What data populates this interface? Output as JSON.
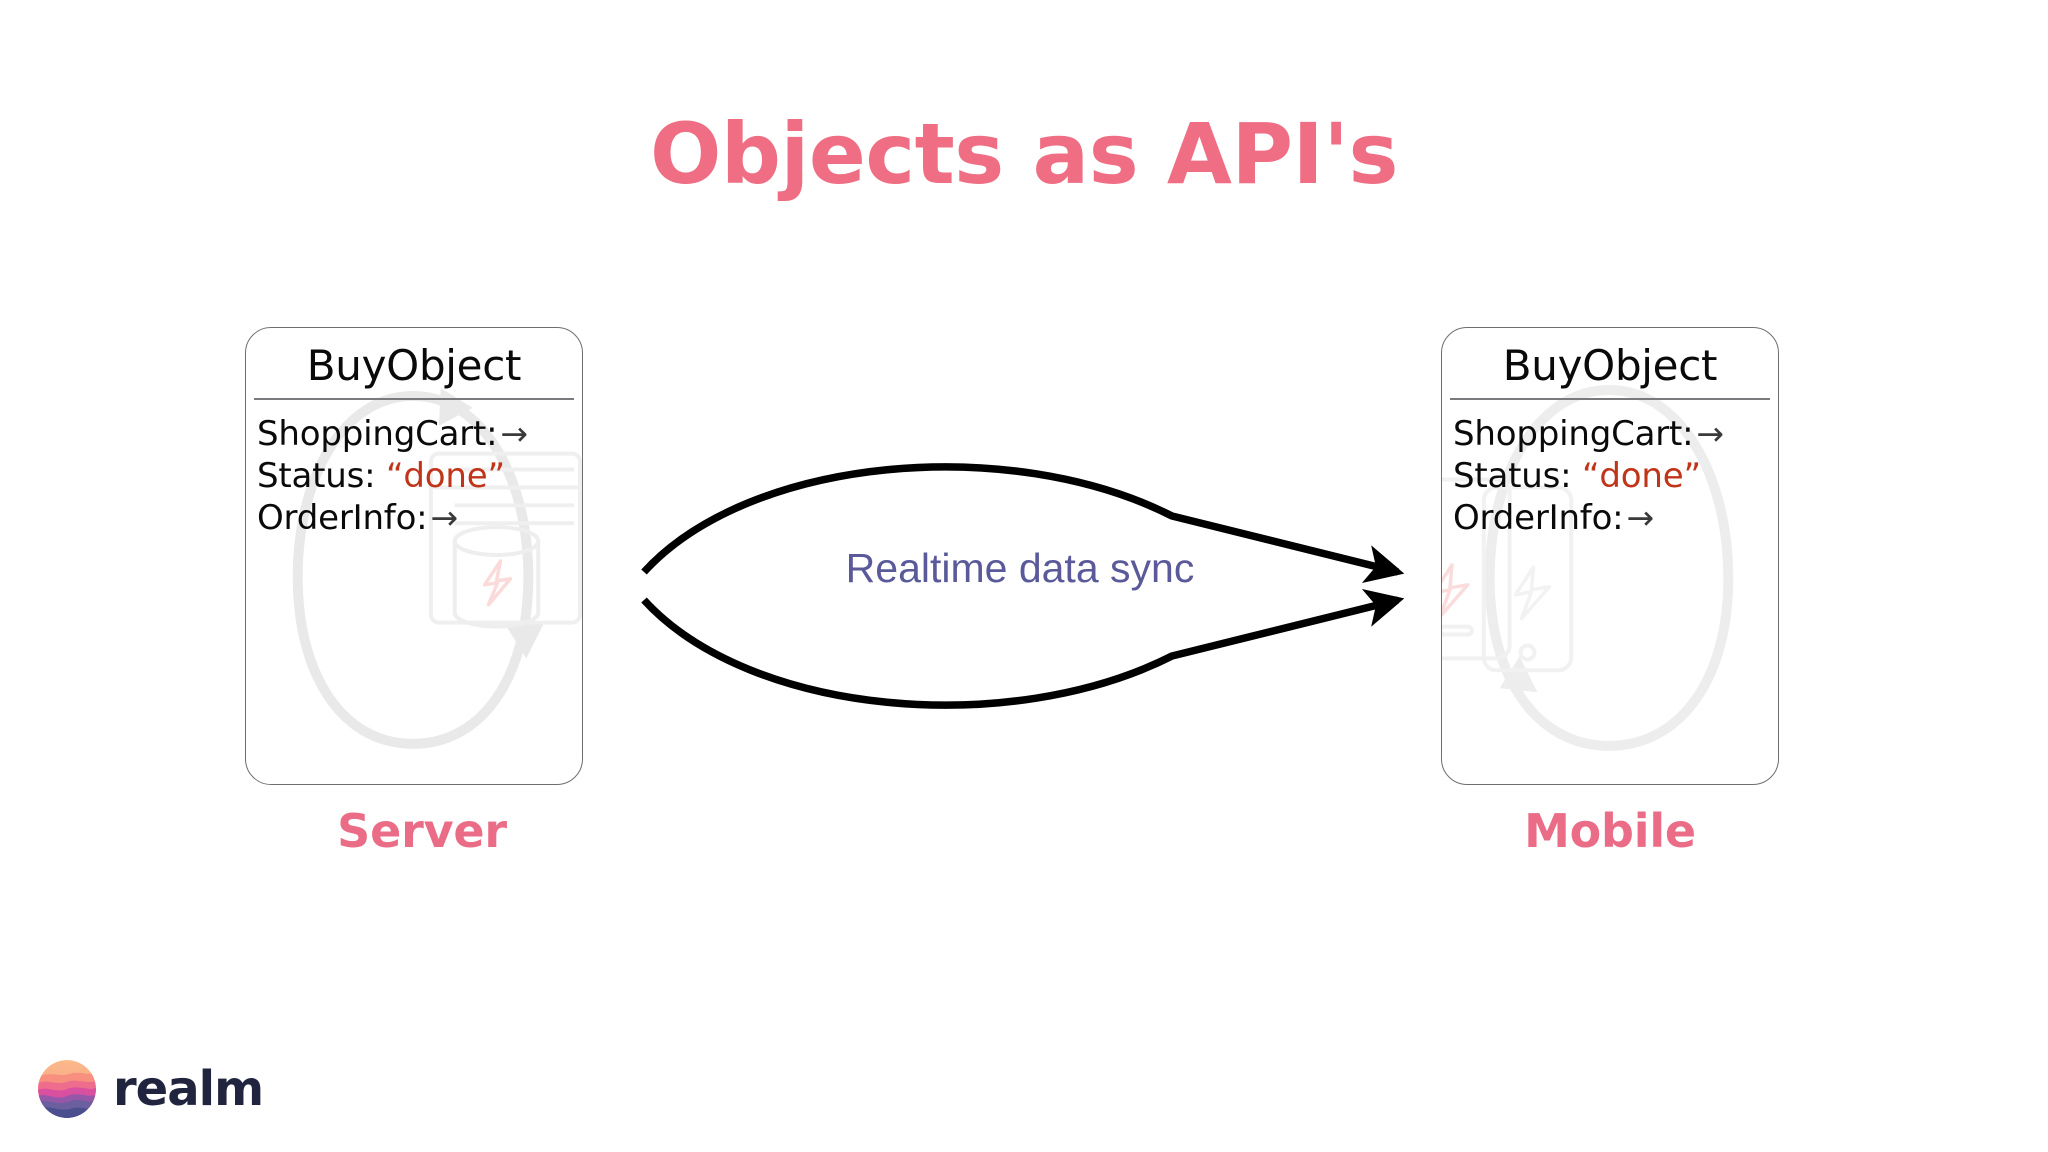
{
  "slide": {
    "title": "Objects as API's",
    "title_color": "#ef6e84",
    "background_color": "#ffffff"
  },
  "cards": {
    "server": {
      "title": "BuyObject",
      "platform_label": "Server",
      "fields": [
        {
          "key": "ShoppingCart:",
          "value": "",
          "value_kind": "reference",
          "arrow": "→"
        },
        {
          "key": "Status:",
          "value": "“done”",
          "value_kind": "string",
          "arrow": ""
        },
        {
          "key": "OrderInfo:",
          "value": "",
          "value_kind": "reference",
          "arrow": "→"
        }
      ],
      "watermark": "server-database-graphic"
    },
    "mobile": {
      "title": "BuyObject",
      "platform_label": "Mobile",
      "fields": [
        {
          "key": "ShoppingCart:",
          "value": "",
          "value_kind": "reference",
          "arrow": "→"
        },
        {
          "key": "Status:",
          "value": "“done”",
          "value_kind": "string",
          "arrow": ""
        },
        {
          "key": "OrderInfo:",
          "value": "",
          "value_kind": "reference",
          "arrow": "→"
        }
      ],
      "watermark": "mobile-devices-graphic"
    }
  },
  "connector": {
    "label": "Realtime data sync",
    "label_color": "#5a5a9a",
    "stroke_color": "#000000",
    "direction": "bidirectional"
  },
  "colors": {
    "brand_pink": "#ef6e84",
    "string_red": "#c0341a",
    "card_border": "#6e6e72",
    "sync_blue": "#5a5a9a",
    "logo_navy": "#20243f"
  },
  "footer": {
    "logo_text": "realm",
    "logo_mark": "realm-gradient-circle-icon"
  }
}
